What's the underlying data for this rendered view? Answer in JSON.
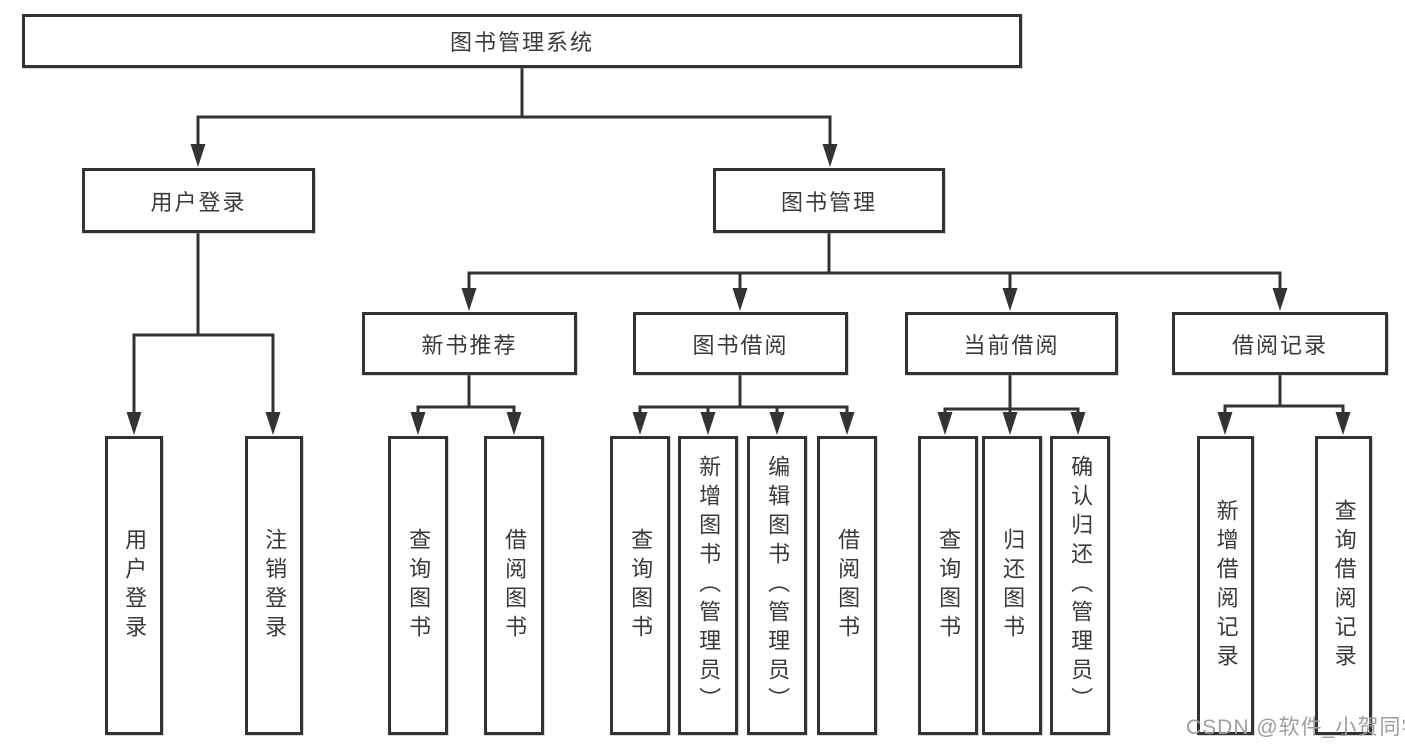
{
  "colors": {
    "line": "#333333",
    "box_border": "#333333",
    "box_fill": "#ffffff",
    "text": "#3a3a3a",
    "watermark": "#9e9e9e",
    "background": "#ffffff"
  },
  "watermark": {
    "text": "CSDN @软件_小贺同学"
  },
  "tree": {
    "root": {
      "label": "图书管理系统",
      "children": [
        {
          "label": "用户登录",
          "children": [
            {
              "label": "用户登录"
            },
            {
              "label": "注销登录"
            }
          ]
        },
        {
          "label": "图书管理",
          "children": [
            {
              "label": "新书推荐",
              "children": [
                {
                  "label": "查询图书"
                },
                {
                  "label": "借阅图书"
                }
              ]
            },
            {
              "label": "图书借阅",
              "children": [
                {
                  "label": "查询图书"
                },
                {
                  "label": "新增图书（管理员）"
                },
                {
                  "label": "编辑图书（管理员）"
                },
                {
                  "label": "借阅图书"
                }
              ]
            },
            {
              "label": "当前借阅",
              "children": [
                {
                  "label": "查询图书"
                },
                {
                  "label": "归还图书"
                },
                {
                  "label": "确认归还（管理员）"
                }
              ]
            },
            {
              "label": "借阅记录",
              "children": [
                {
                  "label": "新增借阅记录"
                },
                {
                  "label": "查询借阅记录"
                }
              ]
            }
          ]
        }
      ]
    }
  }
}
